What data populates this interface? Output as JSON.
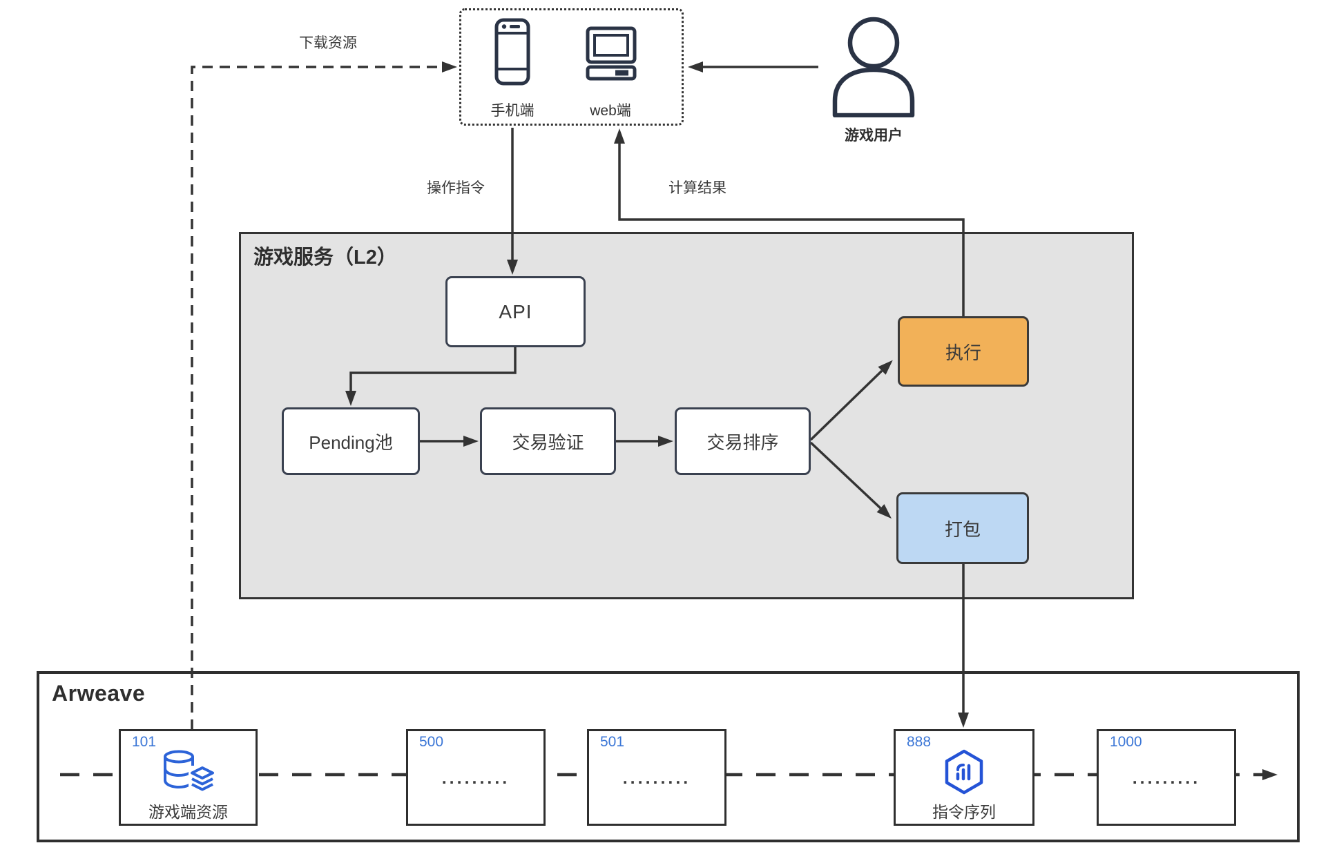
{
  "edges": {
    "download": "下载资源",
    "command": "操作指令",
    "result": "计算结果"
  },
  "clients": {
    "mobile_label": "手机端",
    "web_label": "web端"
  },
  "user": {
    "label": "游戏用户"
  },
  "l2": {
    "title": "游戏服务（L2）",
    "api": "API",
    "pending": "Pending池",
    "verify": "交易验证",
    "order": "交易排序",
    "execute": "执行",
    "pack": "打包"
  },
  "arweave": {
    "title": "Arweave",
    "blocks": [
      {
        "num": "101",
        "label": "游戏端资源",
        "icon": "database-icon"
      },
      {
        "num": "500",
        "dots": "........."
      },
      {
        "num": "501",
        "dots": "........."
      },
      {
        "num": "888",
        "label": "指令序列",
        "icon": "hexagon-sequence-icon"
      },
      {
        "num": "1000",
        "dots": "........."
      }
    ]
  },
  "colors": {
    "line_dark": "#333333",
    "panel_gray": "#e3e3e3",
    "execute_orange": "#f2b158",
    "pack_blue": "#bdd8f3",
    "block_number_blue": "#3b76d6",
    "icon_blue": "#2c63d8",
    "icon_dark_navy": "#2a3345"
  }
}
